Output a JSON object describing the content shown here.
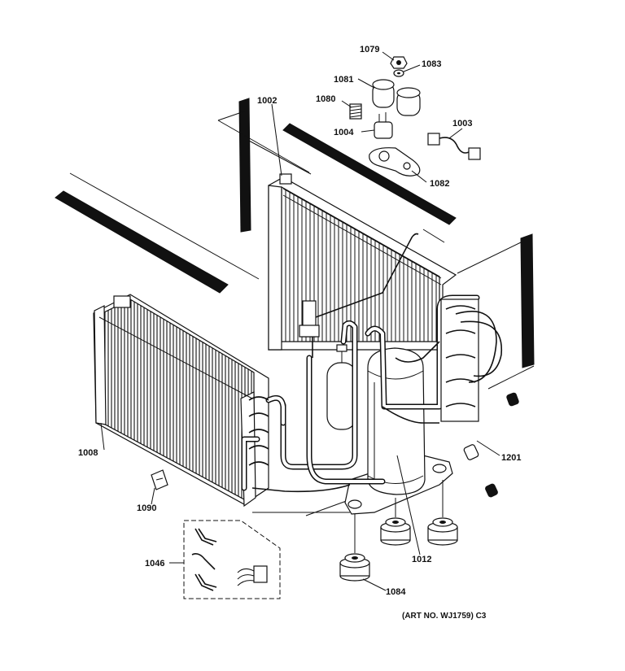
{
  "labels": {
    "p1079": "1079",
    "p1083": "1083",
    "p1081": "1081",
    "p1080": "1080",
    "p1002": "1002",
    "p1003": "1003",
    "p1004": "1004",
    "p1082": "1082",
    "p1008": "1008",
    "p1201": "1201",
    "p1090": "1090",
    "p1046": "1046",
    "p1012": "1012",
    "p1084": "1084"
  },
  "art_number": "(ART NO. WJ1759) C3"
}
